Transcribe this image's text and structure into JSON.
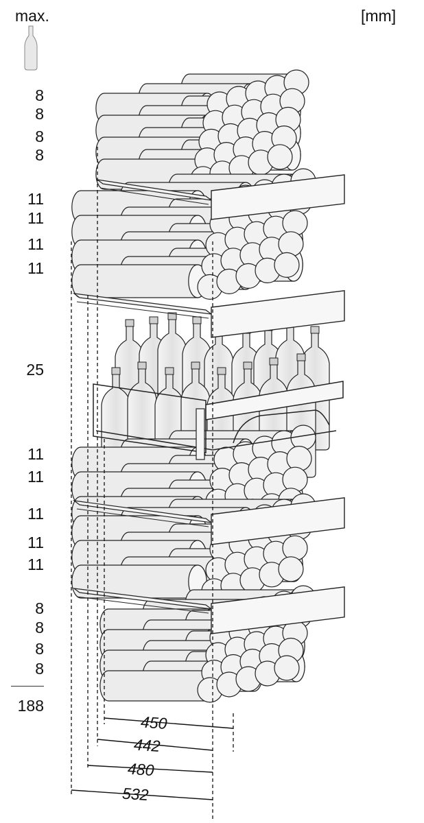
{
  "header": {
    "max_label": "max.",
    "unit_label": "[mm]"
  },
  "shelves": [
    {
      "name": "top-stack",
      "counts": [
        "8",
        "8",
        "8",
        "8"
      ]
    },
    {
      "name": "shelf-1",
      "counts": [
        "11",
        "11",
        "11",
        "11"
      ]
    },
    {
      "name": "presentation-shelf",
      "counts": [
        "25"
      ]
    },
    {
      "name": "shelf-2",
      "counts": [
        "11",
        "11",
        "11"
      ]
    },
    {
      "name": "shelf-3",
      "counts": [
        "11",
        "11"
      ]
    },
    {
      "name": "bottom-stack",
      "counts": [
        "8",
        "8",
        "8",
        "8"
      ]
    }
  ],
  "total": "188",
  "dimensions": [
    "450",
    "442",
    "480",
    "532"
  ],
  "colors": {
    "line": "#111111",
    "bottle_fill": "#ececec",
    "stroke": "#222222"
  }
}
